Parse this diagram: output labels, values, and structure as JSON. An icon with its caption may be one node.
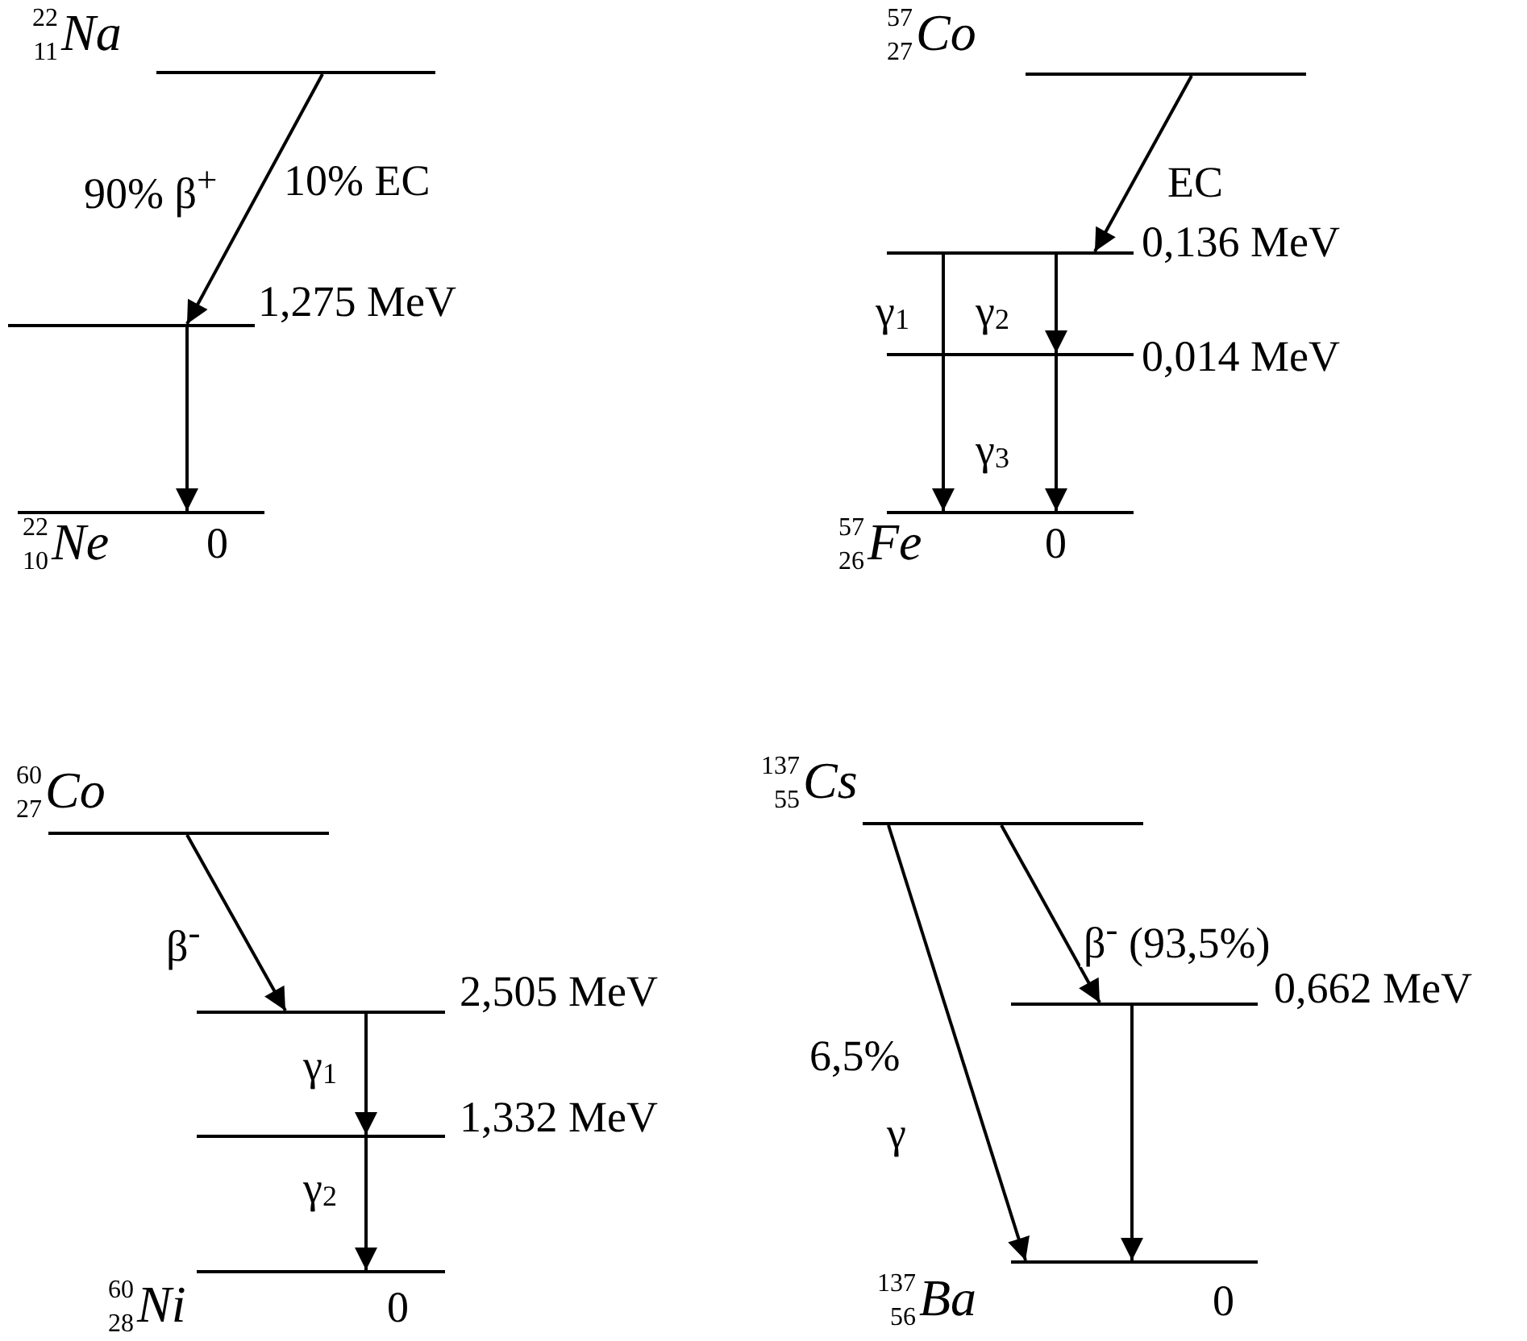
{
  "diagram": {
    "nodes": [
      {
        "text": [
          "$^{22}$$_{11}$*Na*"
        ]
      },
      {
        "text": [
          "1,275 MeV"
        ]
      },
      {
        "text": [
          "$^{22}$$_{10}$*Ne*",
          "0"
        ]
      },
      {
        "text": [
          "$^{57}$$_{27}$*Co*"
        ]
      },
      {
        "text": [
          "0,136 MeV"
        ]
      },
      {
        "text": [
          "0,014 MeV"
        ]
      },
      {
        "text": [
          "$^{57}$$_{26}$*Fe*",
          "0"
        ]
      },
      {
        "text": [
          "$^{60}$$_{27}$*Co*"
        ]
      },
      {
        "text": [
          "2,505 MeV"
        ]
      },
      {
        "text": [
          "1,332 MeV"
        ]
      },
      {
        "text": [
          "$^{60}$$_{28}$*Ni*",
          "0"
        ]
      },
      {
        "text": [
          "$^{137}$$_{55}$*Cs*"
        ]
      },
      {
        "text": [
          "0,662 MeV"
        ]
      },
      {
        "text": [
          "$^{137}$$_{56}$*Ba*",
          "0"
        ]
      }
    ],
    "edges": [
      {
        "from": 0,
        "to": 1,
        "arrow": "to"
      },
      {
        "from": 1,
        "to": 2,
        "arrow": "to"
      },
      {
        "from": 3,
        "to": 4,
        "arrow": "to",
        "label": "EC"
      },
      {
        "from": 4,
        "to": 6,
        "arrow": "to",
        "label": "γ$_{1}$"
      },
      {
        "from": 4,
        "to": 5,
        "arrow": "to",
        "label": "γ$_{2}$"
      },
      {
        "from": 5,
        "to": 6,
        "arrow": "to",
        "label": "γ$_{3}$"
      },
      {
        "from": 7,
        "to": 8,
        "arrow": "to",
        "label": "β$^{-}$"
      },
      {
        "from": 8,
        "to": 9,
        "arrow": "to",
        "label": "γ$_{1}$"
      },
      {
        "from": 9,
        "to": 10,
        "arrow": "to",
        "label": "γ$_{2}$"
      },
      {
        "from": 11,
        "to": 12,
        "arrow": "to",
        "label": "β$^{-}$ (93,5%)"
      },
      {
        "from": 11,
        "to": 13,
        "arrow": "to",
        "label": "6,5%"
      },
      {
        "from": 12,
        "to": 13,
        "arrow": "to"
      }
    ],
    "labels": [
      "90% β$^{+}$",
      "10% EC",
      "γ"
    ]
  }
}
